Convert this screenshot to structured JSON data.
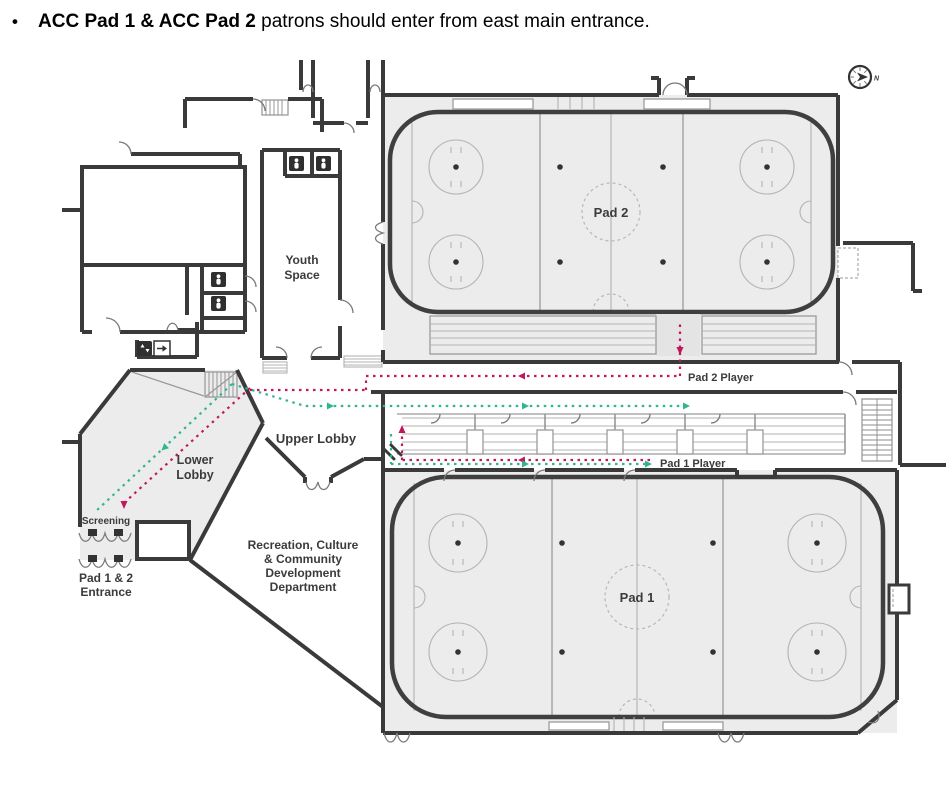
{
  "header": {
    "bullet": "•",
    "title_bold": "ACC Pad 1 & ACC Pad 2",
    "title_rest": " patrons should enter from east main entrance."
  },
  "map": {
    "compass": {
      "label": "N"
    },
    "areas": {
      "pad2": "Pad 2",
      "pad1": "Pad 1",
      "youth_space": [
        "Youth",
        "Space"
      ],
      "upper_lobby": "Upper Lobby",
      "lower_lobby": [
        "Lower",
        "Lobby"
      ],
      "screening": "Screening",
      "pad12_entrance": [
        "Pad 1 & 2",
        "Entrance"
      ],
      "department": [
        "Recreation, Culture",
        "& Community",
        "Development",
        "Department"
      ]
    },
    "route_labels": {
      "pad2_player": "Pad 2 Player",
      "pad1_player": "Pad 1 Player"
    },
    "legend": {
      "player_route_color": "#c2175b",
      "patron_route_color": "#2fb592"
    },
    "icons": [
      "washroom-icon",
      "elevator-icon",
      "exit-arrow-icon",
      "compass-icon",
      "stairs-icon"
    ]
  },
  "colors": {
    "wall": "#3a3a3a",
    "room_fill": "#ececec",
    "detail_line": "#b3b3b3",
    "text": "#3b3b3b",
    "page_bg": "#ffffff"
  }
}
